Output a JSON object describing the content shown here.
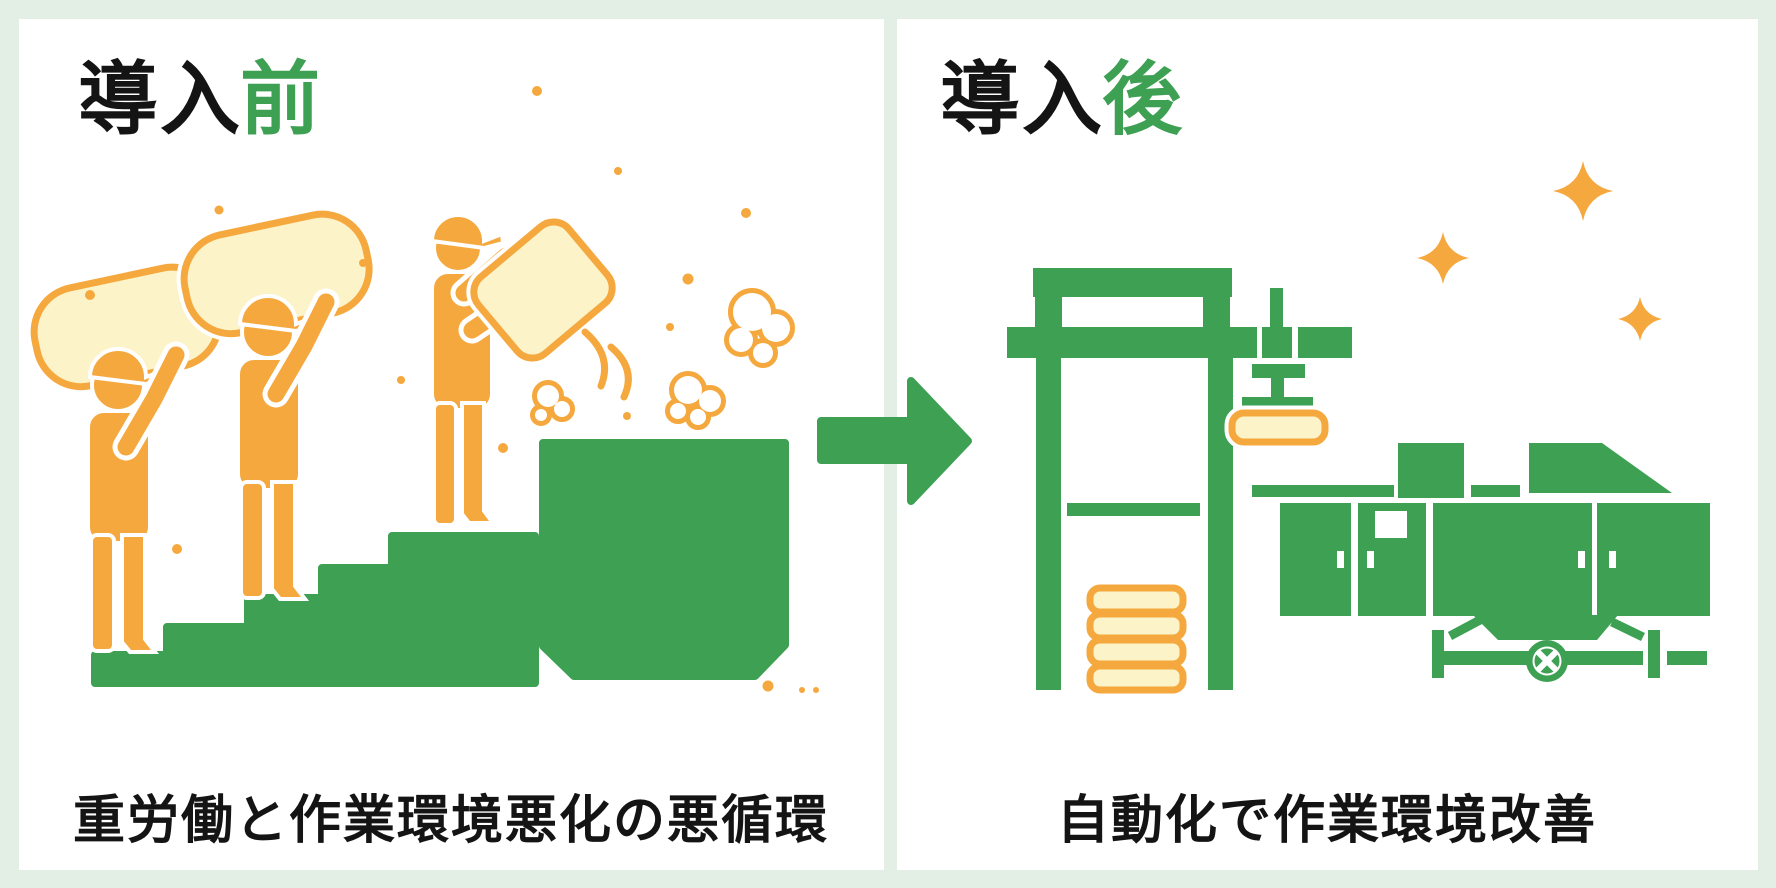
{
  "before_panel": {
    "title_prefix": "導入",
    "title_accent": "前",
    "caption": "重労働と作業環境悪化の悪循環"
  },
  "after_panel": {
    "title_prefix": "導入",
    "title_accent": "後",
    "caption": "自動化で作業環境改善"
  },
  "colors": {
    "background": "#E3EFE4",
    "panel": "#FFFFFF",
    "green": "#3DA053",
    "orange": "#F5A83E",
    "pale_yellow": "#FCF4C8",
    "text": "#141414"
  }
}
